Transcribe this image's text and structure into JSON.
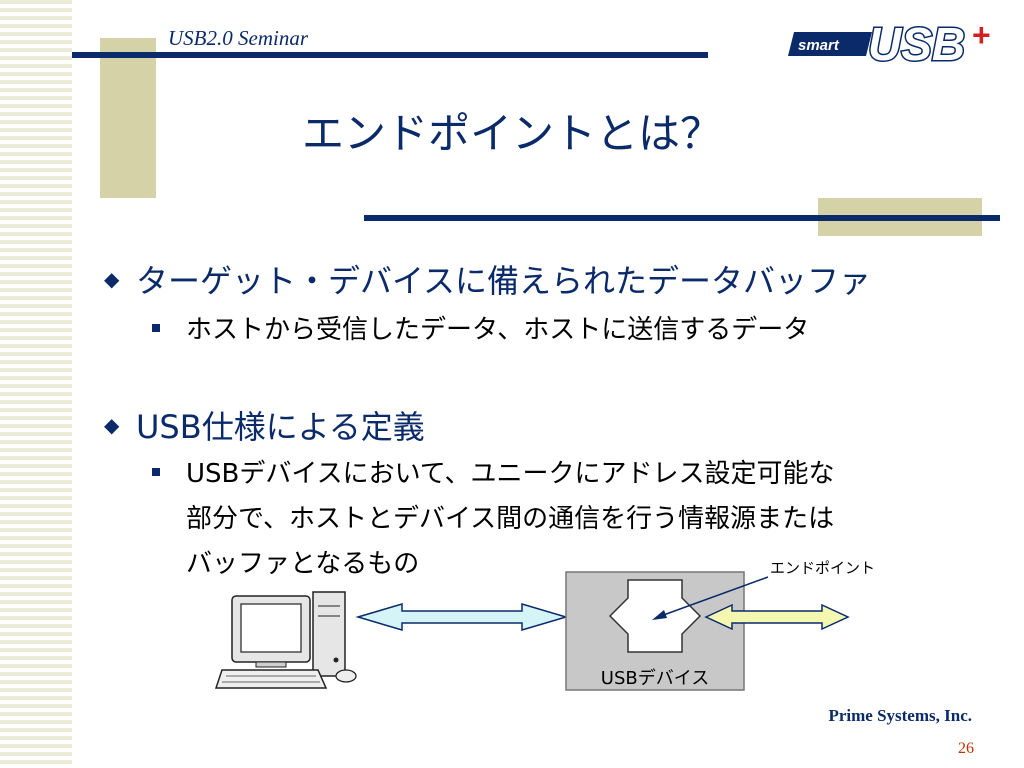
{
  "header": {
    "seminar": "USB2.0 Seminar"
  },
  "logo": {
    "small_text": "smart",
    "big_text": "USB",
    "plus": "+"
  },
  "title": "エンドポイントとは？",
  "bullets": [
    {
      "text": "ターゲット・デバイスに備えられたデータバッファ",
      "sub": [
        "ホストから受信したデータ、ホストに送信するデータ"
      ]
    },
    {
      "text": "USB仕様による定義",
      "sub": [
        "USBデバイスにおいて、ユニークにアドレス設定可能な",
        "部分で、ホストとデバイス間の通信を行う情報源または",
        "バッファとなるもの"
      ]
    }
  ],
  "diagram": {
    "device_label": "USBデバイス",
    "endpoint_label": "エンドポイント"
  },
  "colors": {
    "navy": "#0a2a6a",
    "tan": "#d6d2a8",
    "arrow_cyan": "#d4f4f8",
    "arrow_yellow": "#f4f7b0",
    "device_gray": "#c8c8c8",
    "page_number": "#c03000"
  },
  "footer": {
    "company": "Prime Systems, Inc.",
    "page": "26"
  }
}
